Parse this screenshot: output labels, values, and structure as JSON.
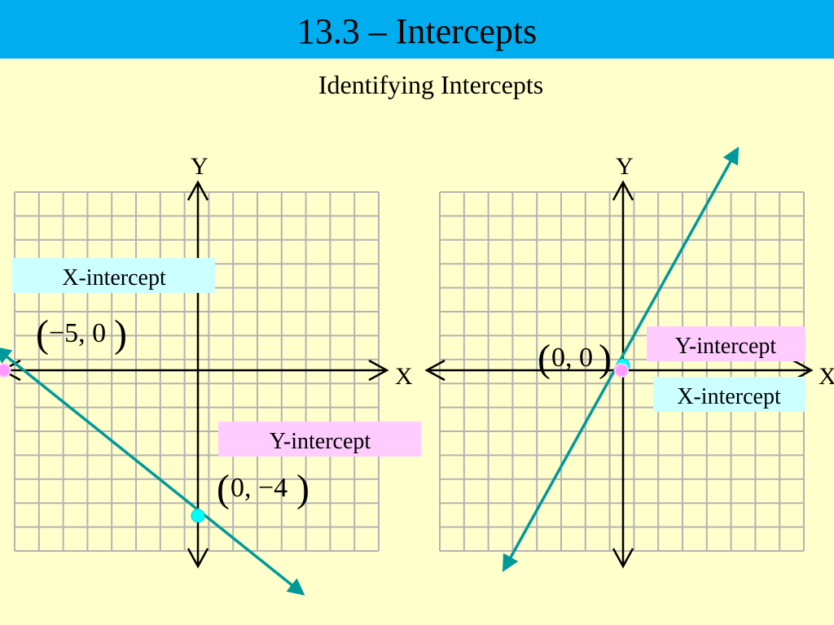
{
  "slide": {
    "title": "13.3 – Intercepts",
    "subtitle": "Identifying Intercepts"
  },
  "colors": {
    "title_bar": "#00aeef",
    "background": "#ffffcc",
    "grid": "#b3b3b3",
    "line": "#009999",
    "x_intercept_box": "#ccffff",
    "y_intercept_box": "#ffccff",
    "y_intercept_dot": "#00ffff",
    "x_intercept_dot": "#ff99ff"
  },
  "graph_left": {
    "x_axis_label": "X",
    "y_axis_label": "Y",
    "x_intercept_label": "X-intercept",
    "y_intercept_label": "Y-intercept",
    "x_intercept_point": "−5, 0",
    "y_intercept_point": "0, −4",
    "line": {
      "from": [
        -8.3,
        0.9
      ],
      "to": [
        4.3,
        -9.2
      ]
    },
    "x_intercept": [
      -8,
      0
    ],
    "y_intercept": [
      0,
      -6
    ]
  },
  "graph_right": {
    "x_axis_label": "X",
    "y_axis_label": "Y",
    "x_intercept_label": "X-intercept",
    "y_intercept_label": "Y-intercept",
    "origin_point": "0, 0",
    "line": {
      "from": [
        -4.9,
        -8.2
      ],
      "to": [
        4.7,
        9.1
      ]
    },
    "intercept": [
      0,
      0
    ]
  }
}
